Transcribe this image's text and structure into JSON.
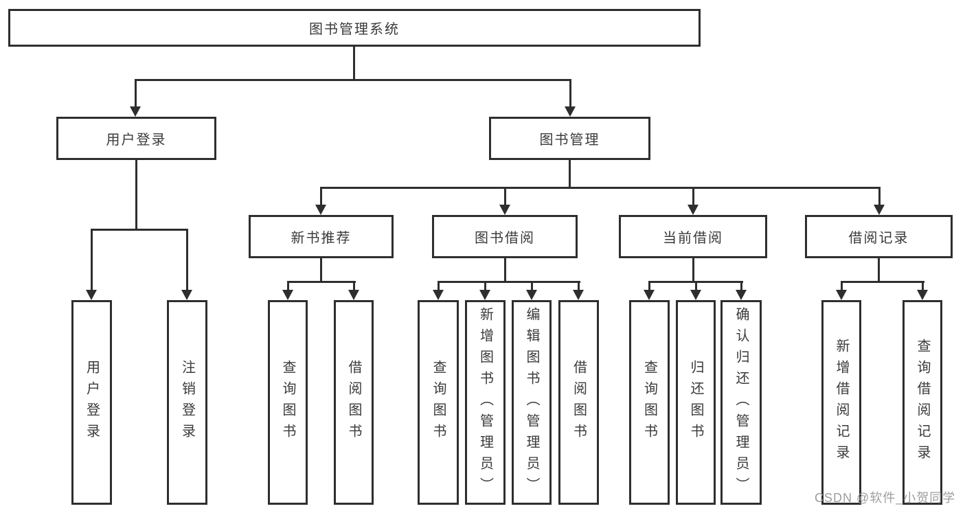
{
  "diagram_type": "hierarchy-tree",
  "colors": {
    "line": "#2e2e2e",
    "text": "#3a3a3a",
    "watermark": "#9d9d9d",
    "background": "#ffffff"
  },
  "watermark": {
    "text": "CSDN @软件_小贺同学"
  },
  "tree": {
    "label": "图书管理系统",
    "children": [
      {
        "label": "用户登录",
        "children": [
          {
            "label": "用户登录"
          },
          {
            "label": "注销登录"
          }
        ]
      },
      {
        "label": "图书管理",
        "children": [
          {
            "label": "新书推荐",
            "children": [
              {
                "label": "查询图书"
              },
              {
                "label": "借阅图书"
              }
            ]
          },
          {
            "label": "图书借阅",
            "children": [
              {
                "label": "查询图书"
              },
              {
                "label": "新增图书（管理员）"
              },
              {
                "label": "编辑图书（管理员）"
              },
              {
                "label": "借阅图书"
              }
            ]
          },
          {
            "label": "当前借阅",
            "children": [
              {
                "label": "查询图书"
              },
              {
                "label": "归还图书"
              },
              {
                "label": "确认归还（管理员）"
              }
            ]
          },
          {
            "label": "借阅记录",
            "children": [
              {
                "label": "新增借阅记录"
              },
              {
                "label": "查询借阅记录"
              }
            ]
          }
        ]
      }
    ]
  }
}
